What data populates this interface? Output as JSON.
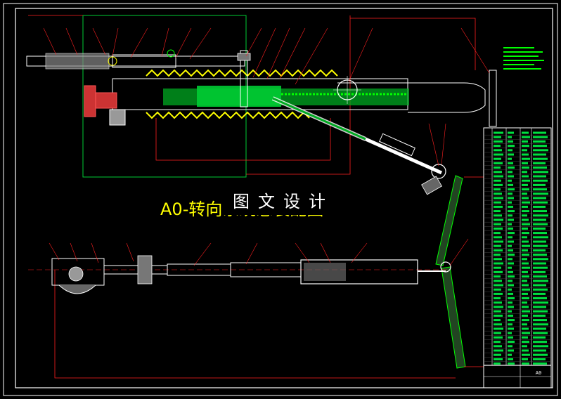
{
  "drawing": {
    "title": "A0-转向系统总装配图",
    "watermark": "图文设计",
    "sheet_code": "A0"
  },
  "colors": {
    "background": "#000000",
    "frame": "#ffffff",
    "dimension": "#ff2020",
    "part": "#ffffff",
    "hatch": "#00ff00",
    "bellows": "#ffff00",
    "title_block_text": "#00ff00",
    "title_text": "#ffff00"
  }
}
